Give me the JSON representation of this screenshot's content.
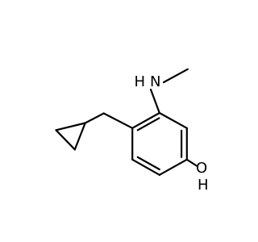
{
  "molecule": {
    "labels": {
      "amine_h": "H",
      "amine_n": "N",
      "hydroxyl_o": "O",
      "hydroxyl_h": "H"
    },
    "colors": {
      "bond": "#000000",
      "text": "#000000",
      "background": "#ffffff"
    }
  }
}
